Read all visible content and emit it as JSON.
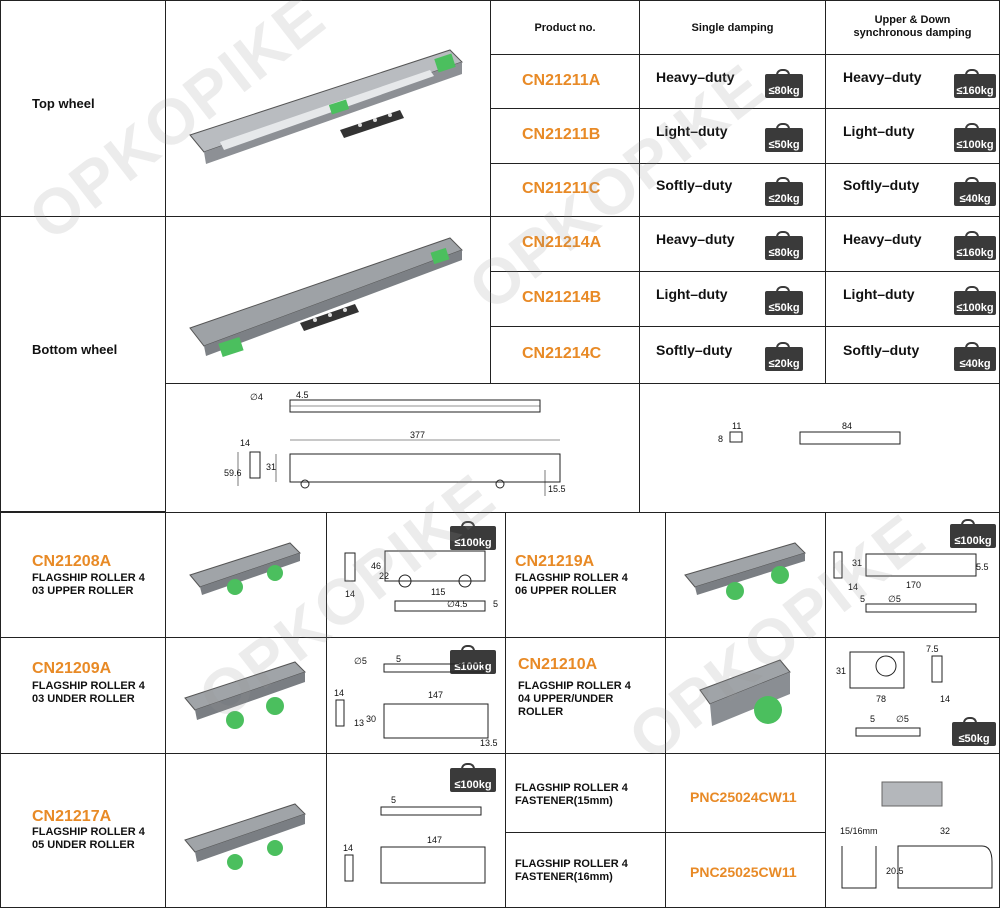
{
  "header": {
    "product_no": "Product no.",
    "single": "Single damping",
    "upper_down": "Upper & Down\nsynchronous damping"
  },
  "top_wheel": {
    "label": "Top wheel"
  },
  "bottom_wheel": {
    "label": "Bottom wheel"
  },
  "rows": [
    {
      "code": "CN21211A",
      "single_duty": "Heavy–duty",
      "single_kg": "≤80kg",
      "sync_duty": "Heavy–duty",
      "sync_kg": "≤160kg"
    },
    {
      "code": "CN21211B",
      "single_duty": "Light–duty",
      "single_kg": "≤50kg",
      "sync_duty": "Light–duty",
      "sync_kg": "≤100kg"
    },
    {
      "code": "CN21211C",
      "single_duty": "Softly–duty",
      "single_kg": "≤20kg",
      "sync_duty": "Softly–duty",
      "sync_kg": "≤40kg"
    },
    {
      "code": "CN21214A",
      "single_duty": "Heavy–duty",
      "single_kg": "≤80kg",
      "sync_duty": "Heavy–duty",
      "sync_kg": "≤160kg"
    },
    {
      "code": "CN21214B",
      "single_duty": "Light–duty",
      "single_kg": "≤50kg",
      "sync_duty": "Light–duty",
      "sync_kg": "≤100kg"
    },
    {
      "code": "CN21214C",
      "single_duty": "Softly–duty",
      "single_kg": "≤20kg",
      "sync_duty": "Softly–duty",
      "sync_kg": "≤40kg"
    }
  ],
  "dims_main": {
    "d4": "∅4",
    "d45": "4.5",
    "d377": "377",
    "d14": "14",
    "d31": "31",
    "d596": "59.6",
    "d155": "15.5"
  },
  "dims_small": {
    "d11": "11",
    "d8": "8",
    "d84": "84"
  },
  "products": [
    {
      "code": "CN21208A",
      "desc": "FLAGSHIP ROLLER 4\n03 UPPER ROLLER",
      "kg": "≤100kg"
    },
    {
      "code": "CN21219A",
      "desc": "FLAGSHIP ROLLER 4\n06 UPPER ROLLER",
      "kg": "≤100kg"
    },
    {
      "code": "CN21209A",
      "desc": "FLAGSHIP ROLLER 4\n03 UNDER ROLLER",
      "kg": "≤100kg"
    },
    {
      "code": "CN21210A",
      "desc": "FLAGSHIP ROLLER 4\n04 UPPER/UNDER\nROLLER",
      "kg": "≤50kg"
    },
    {
      "code": "CN21217A",
      "desc": "FLAGSHIP ROLLER 4\n05 UNDER ROLLER",
      "kg": "≤100kg"
    }
  ],
  "fasteners": [
    {
      "desc": "FLAGSHIP ROLLER 4\nFASTENER(15mm)",
      "code": "PNC25024CW11"
    },
    {
      "desc": "FLAGSHIP ROLLER 4\nFASTENER(16mm)",
      "code": "PNC25025CW11"
    }
  ],
  "dims_208": {
    "a": "46",
    "b": "22",
    "c": "115",
    "d": "∅4.5",
    "e": "5",
    "f": "14"
  },
  "dims_219": {
    "a": "31",
    "b": "14",
    "c": "170",
    "d": "5.5",
    "e": "5",
    "f": "∅5"
  },
  "dims_209": {
    "a": "∅5",
    "b": "5",
    "c": "147",
    "d": "14",
    "e": "30",
    "f": "13",
    "g": "13.5"
  },
  "dims_210": {
    "a": "7.5",
    "b": "31",
    "c": "78",
    "d": "14",
    "e": "5",
    "f": "∅5"
  },
  "dims_217": {
    "a": "5",
    "b": "147",
    "c": "14"
  },
  "dims_fastener": {
    "a": "15/16mm",
    "b": "32",
    "c": "20.5"
  },
  "watermark": "OPKOPIKE"
}
